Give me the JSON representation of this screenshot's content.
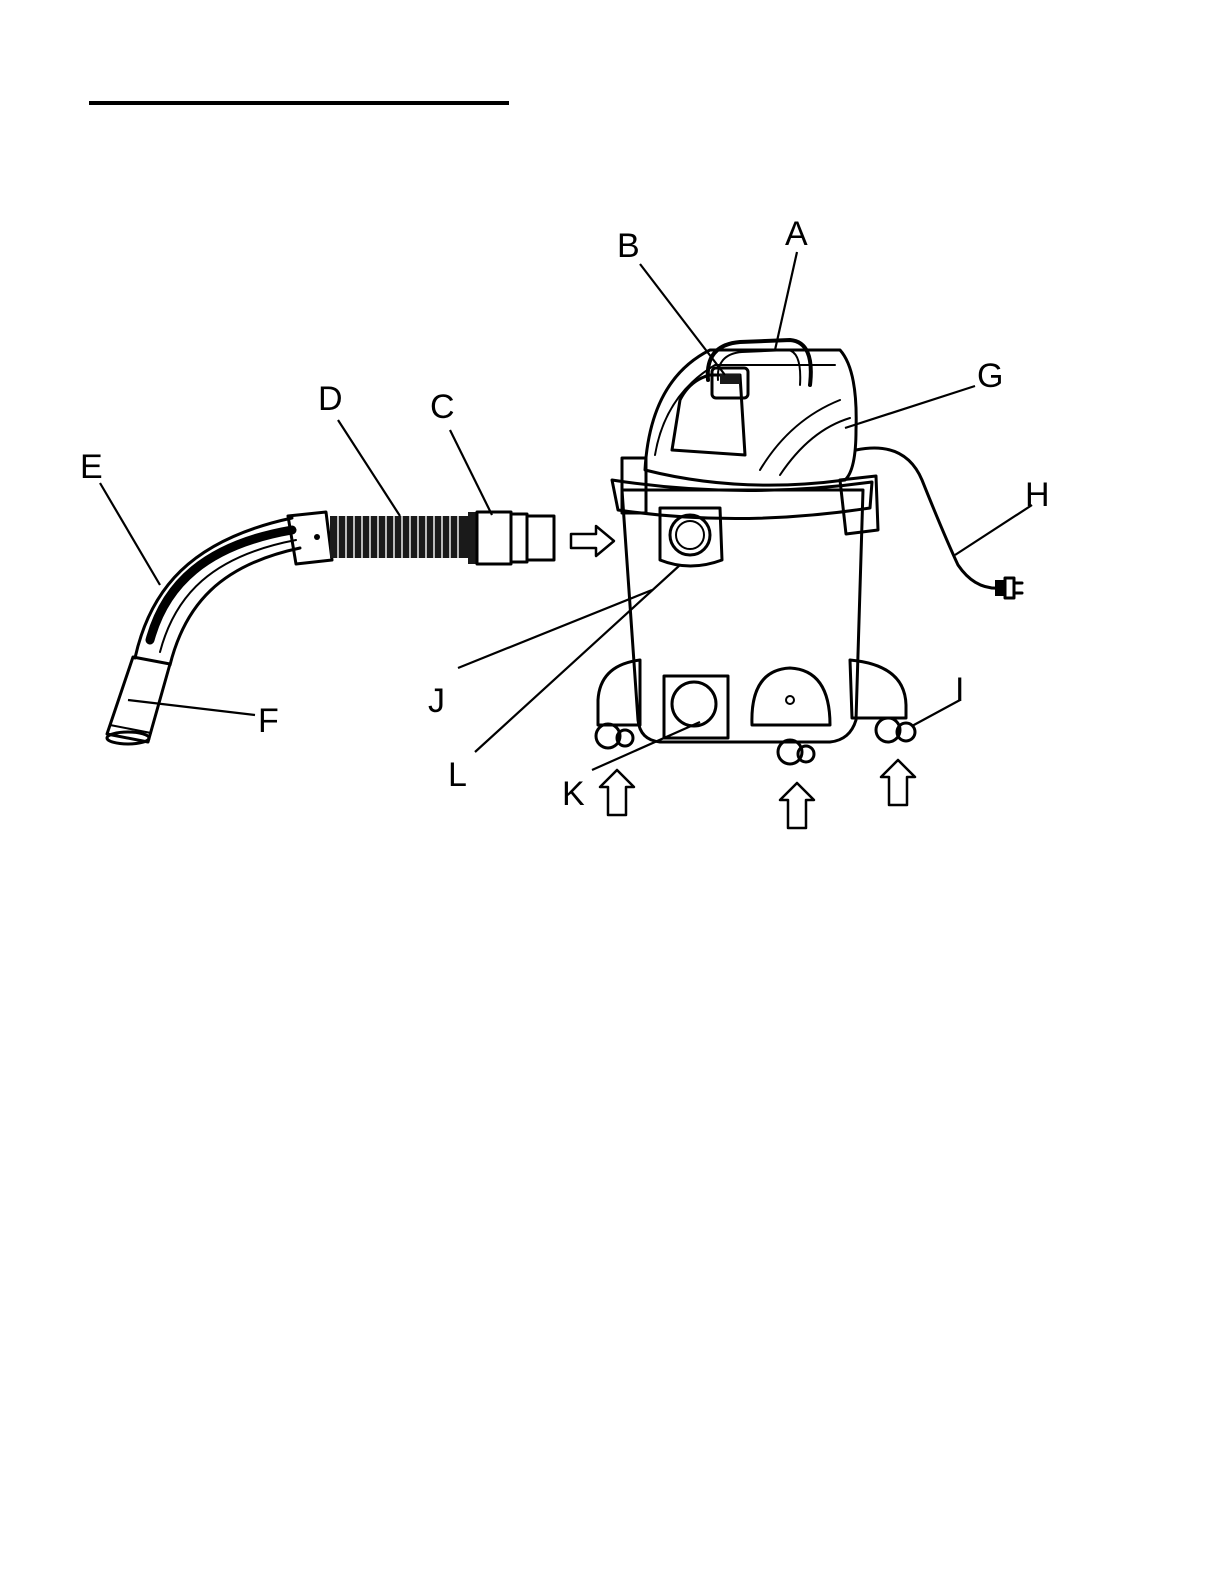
{
  "callouts": {
    "A": "A",
    "B": "B",
    "C": "C",
    "D": "D",
    "E": "E",
    "F": "F",
    "G": "G",
    "H": "H",
    "I": "I",
    "J": "J",
    "K": "K",
    "L": "L"
  },
  "colors": {
    "ink": "#000000",
    "hose": "#1a1a1a",
    "paper": "#ffffff"
  }
}
